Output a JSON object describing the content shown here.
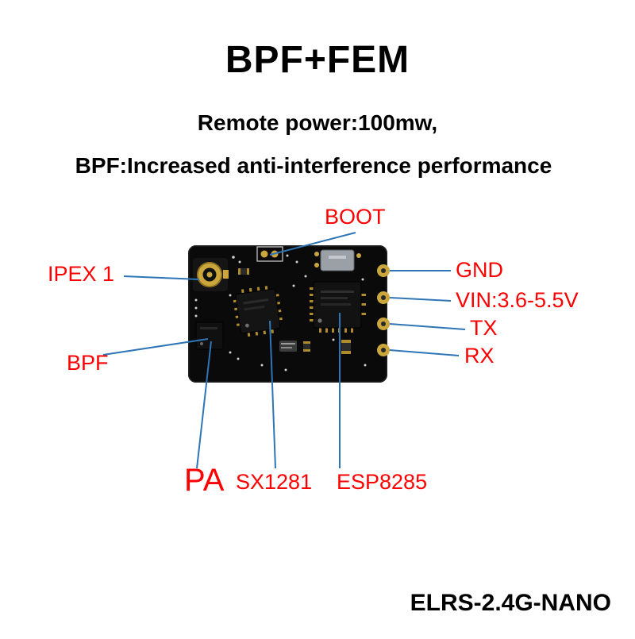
{
  "header": {
    "title": "BPF+FEM",
    "subtitle1": "Remote power:100mw,",
    "subtitle2": "BPF:Increased anti-interference performance"
  },
  "annotations": {
    "boot": "BOOT",
    "ipex1": "IPEX 1",
    "gnd": "GND",
    "vin": "VIN:3.6-5.5V",
    "tx": "TX",
    "rx": "RX",
    "bpf": "BPF",
    "pa": "PA",
    "sx1281": "SX1281",
    "esp8285": "ESP8285"
  },
  "footer": {
    "model": "ELRS-2.4G-NANO"
  },
  "colors": {
    "annotation_text": "#ff0000",
    "callout_line": "#2e75b6",
    "heading_text": "#000000",
    "board": "#0a0a0a",
    "pad_gold": "#caa63d"
  }
}
